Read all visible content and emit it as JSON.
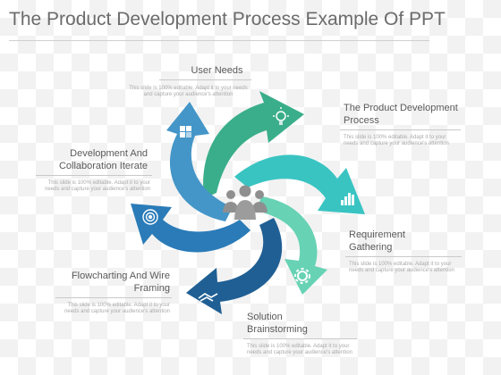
{
  "title": "The Product Development Process Example Of PPT",
  "steps": [
    {
      "label": "User Needs",
      "desc": "This slide is 100% editable. Adapt it to your needs and capture your audience's attention"
    },
    {
      "label": "The Product Development Process",
      "desc": "This slide is 100% editable. Adapt it to your needs and capture your audience's attention"
    },
    {
      "label": "Requirement Gathering",
      "desc": "This slide is 100% editable. Adapt it to your needs and capture your audience's attention"
    },
    {
      "label": "Solution Brainstorming",
      "desc": "This slide is 100% editable. Adapt it to your needs and capture your audience's attention"
    },
    {
      "label": "Flowcharting And Wire Framing",
      "desc": "This slide is 100% editable. Adapt it to your needs and capture your audience's attention"
    },
    {
      "label": "Development And Collaboration Iterate",
      "desc": "This slide is 100% editable. Adapt it to your needs and capture your audience's attention"
    }
  ],
  "colors": {
    "arrow_green": "#3aae8a",
    "arrow_teal": "#39c4c2",
    "arrow_mint": "#67d2b4",
    "arrow_blue_dark": "#1f5f94",
    "arrow_blue": "#2a7bb8",
    "arrow_blue_light": "#4496c8",
    "center_icon": "#8f8f8f"
  },
  "icons": [
    "lightbulb-icon",
    "bar-chart-icon",
    "gear-icon",
    "handshake-icon",
    "target-icon",
    "puzzle-icon",
    "people-group-icon"
  ]
}
